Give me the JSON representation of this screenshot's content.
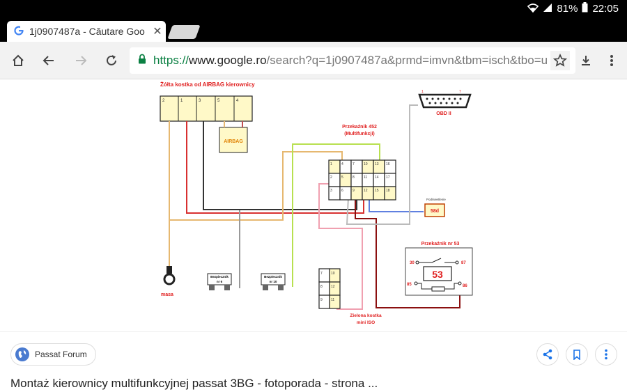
{
  "status_bar": {
    "battery": "81%",
    "time": "22:05"
  },
  "tab": {
    "title": "1j0907487a - Căutare Goo"
  },
  "toolbar": {
    "url_https": "https://",
    "url_domain": "www.google.ro",
    "url_path": "/search?q=1j0907487a&prmd=imvn&tbm=isch&tbo=u"
  },
  "diagram": {
    "title_top": "Żółta kostka od AIRBAG kierownicy",
    "airbag": "AIRBAG",
    "relay452_line1": "Przekaźnik 452",
    "relay452_line2": "(Multifunkcji)",
    "obd": "OBD II",
    "obd_pin1": "1",
    "obd_pin7": "7",
    "podswietlenie": "Podświetlenie",
    "pin58d": "58d",
    "relay53_title": "Przekaźnik nr 53",
    "relay53": "53",
    "p30": "30",
    "p87": "87",
    "p85": "85",
    "p86": "86",
    "masa": "masa",
    "fuse6_l1": "Bezpiecznik",
    "fuse6_l2": "nr 6",
    "fuse10_l1": "Bezpiecznik",
    "fuse10_l2": "nr 10",
    "green_l1": "Zielona kostka",
    "green_l2": "mini ISO",
    "yellow_pins": [
      "2",
      "1",
      "3",
      "5",
      "4"
    ],
    "relay_grid": [
      [
        "1",
        "4",
        "7",
        "10",
        "13",
        "16"
      ],
      [
        "2",
        "5",
        "8",
        "11",
        "14",
        "17"
      ],
      [
        "3",
        "6",
        "9",
        "12",
        "15",
        "18"
      ]
    ],
    "mini_iso": [
      [
        "7",
        "10"
      ],
      [
        "8",
        "12"
      ],
      [
        "9",
        "11"
      ]
    ]
  },
  "result": {
    "source": "Passat Forum",
    "title": "Montaż kierownicy multifunkcyjnej passat 3BG - fotoporada - strona ..."
  },
  "colors": {
    "accent_blue": "#1a73e8",
    "secure_green": "#0b8043"
  }
}
